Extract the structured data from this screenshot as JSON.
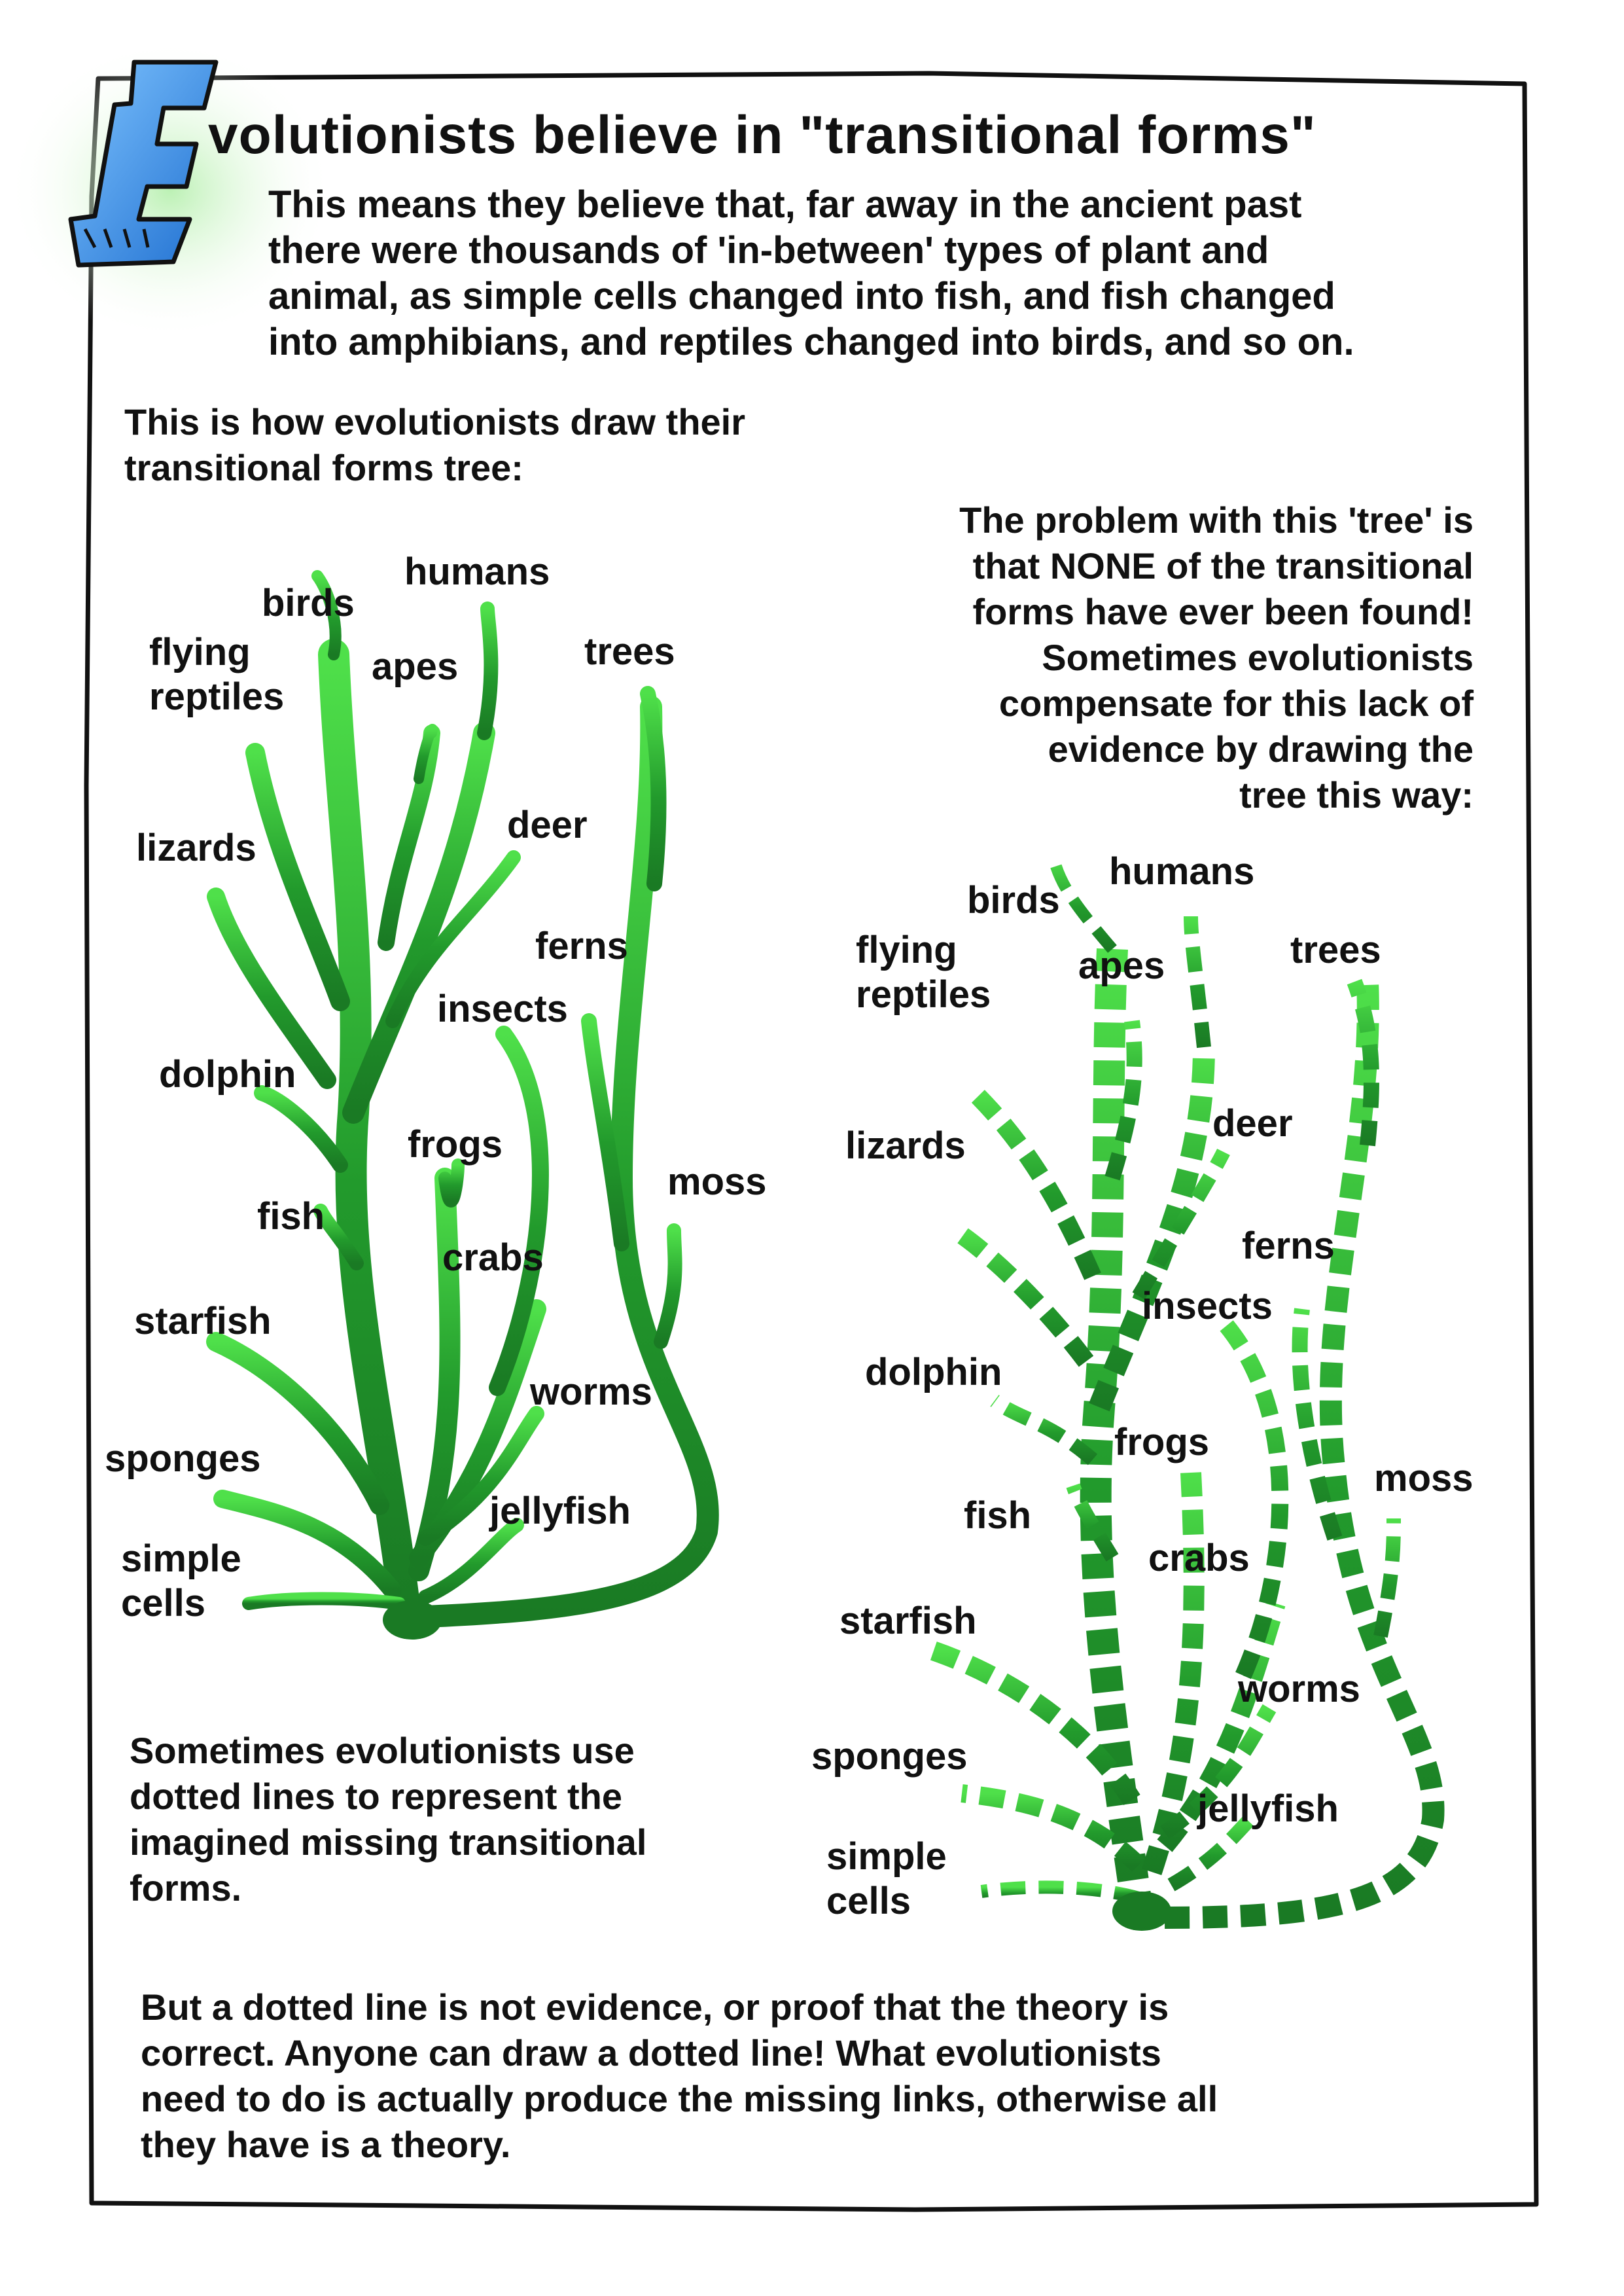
{
  "title": {
    "drop_cap": "E",
    "rest": "volutionists believe in \"transitional forms\""
  },
  "intro": "This means they believe that, far away in the ancient past\nthere were thousands of 'in-between' types of plant and\nanimal, as simple cells changed into fish, and fish changed\ninto amphibians, and reptiles changed into birds, and so on.",
  "tree_caption": "This is how evolutionists draw their\ntransitional forms tree:",
  "problem_text": "The problem with this 'tree' is\nthat NONE of the transitional\nforms have ever been found!\nSometimes evolutionists\ncompensate for this lack of\nevidence by drawing the\ntree this way:",
  "dotted_caption": "Sometimes evolutionists use\ndotted lines to represent the\nimagined missing transitional\nforms.",
  "conclusion": "But a dotted line is not evidence, or proof that the theory is\ncorrect. Anyone can draw a dotted line! What evolutionists\nneed to do is actually produce the missing links, otherwise all\nthey have is a theory.",
  "left_tree_labels": {
    "humans": "humans",
    "birds": "birds",
    "apes": "apes",
    "trees": "trees",
    "flying_reptiles": "flying\nreptiles",
    "deer": "deer",
    "lizards": "lizards",
    "ferns": "ferns",
    "insects": "insects",
    "dolphin": "dolphin",
    "frogs": "frogs",
    "moss": "moss",
    "fish": "fish",
    "crabs": "crabs",
    "starfish": "starfish",
    "worms": "worms",
    "sponges": "sponges",
    "jellyfish": "jellyfish",
    "simple_cells": "simple\ncells"
  },
  "right_tree_labels": {
    "humans": "humans",
    "birds": "birds",
    "apes": "apes",
    "trees": "trees",
    "flying_reptiles": "flying\nreptiles",
    "deer": "deer",
    "lizards": "lizards",
    "ferns": "ferns",
    "insects": "insects",
    "dolphin": "dolphin",
    "frogs": "frogs",
    "moss": "moss",
    "fish": "fish",
    "crabs": "crabs",
    "starfish": "starfish",
    "worms": "worms",
    "sponges": "sponges",
    "jellyfish": "jellyfish",
    "simple_cells": "simple\ncells"
  },
  "colors": {
    "tree_dark": "#1a7a24",
    "tree_light": "#4fe04a",
    "cap_blue": "#3a8fe0",
    "glow_green": "#b8f0b0"
  }
}
